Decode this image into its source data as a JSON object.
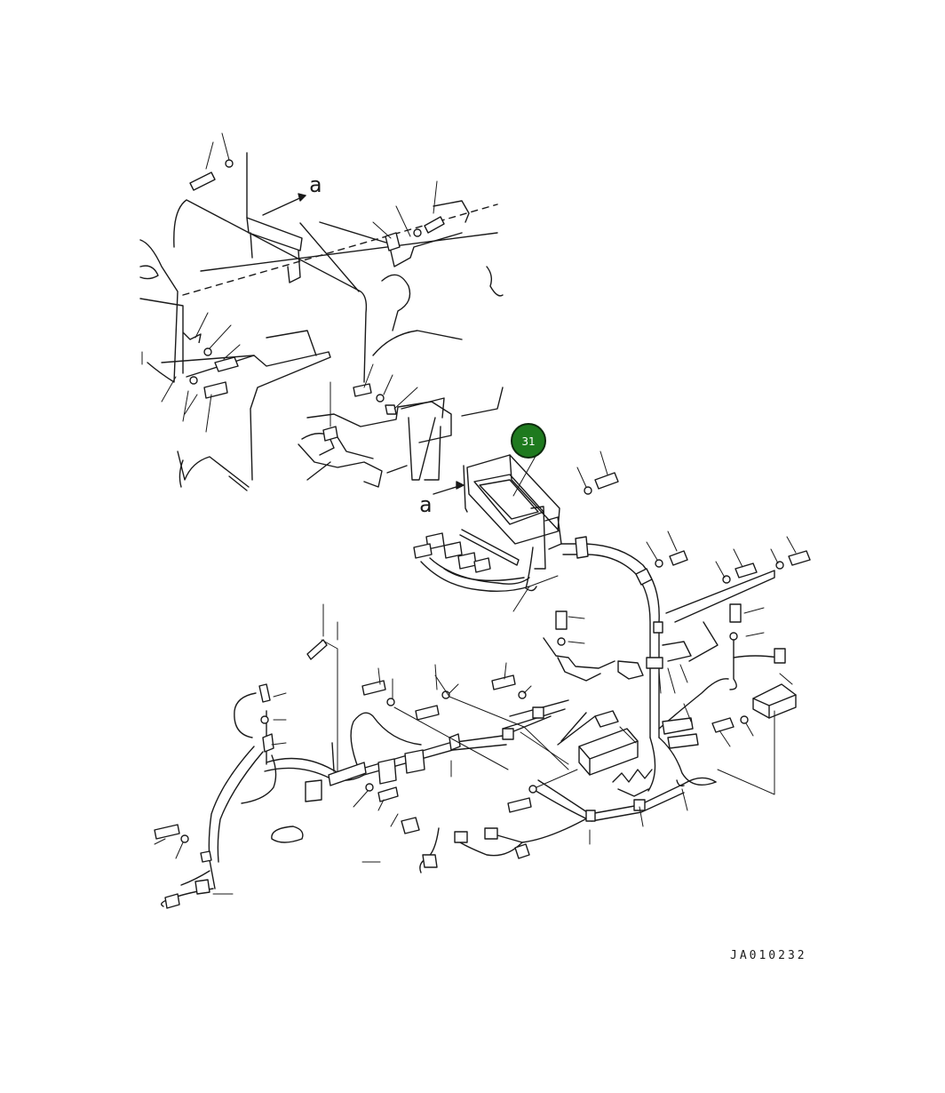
{
  "diagram": {
    "view_arrow_labels": [
      "a",
      "a"
    ],
    "highlighted_callout": {
      "number": "31",
      "color": "#1e7a1e",
      "border": "#0d2a0d"
    },
    "drawing_id": "JA010232",
    "line_color": "#1a1a1a",
    "background": "#ffffff"
  }
}
